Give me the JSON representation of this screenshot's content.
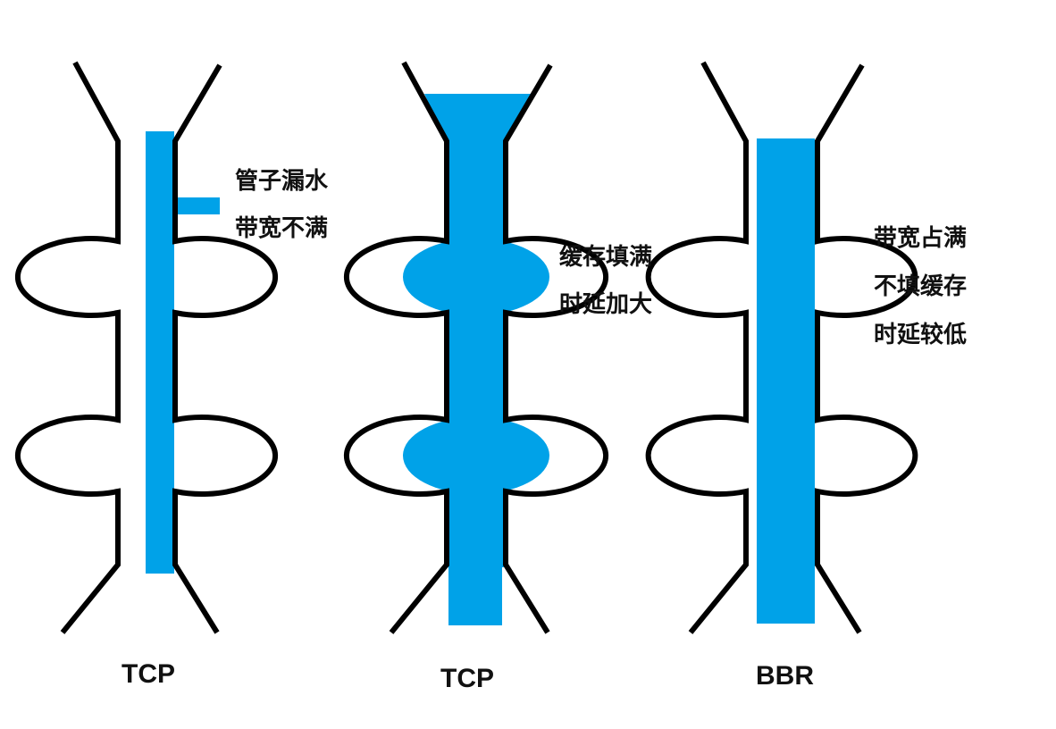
{
  "colors": {
    "water": "#00a2e8",
    "outline": "#000000"
  },
  "pipes": [
    {
      "caption": "TCP",
      "notes": [
        "管子漏水",
        "带宽不满"
      ],
      "state": "leaking"
    },
    {
      "caption": "TCP",
      "notes": [
        "缓存填满",
        "时延加大"
      ],
      "state": "buffer-filled"
    },
    {
      "caption": "BBR",
      "notes": [
        "带宽占满",
        "不填缓存",
        "时延较低"
      ],
      "state": "bandwidth-full"
    }
  ]
}
